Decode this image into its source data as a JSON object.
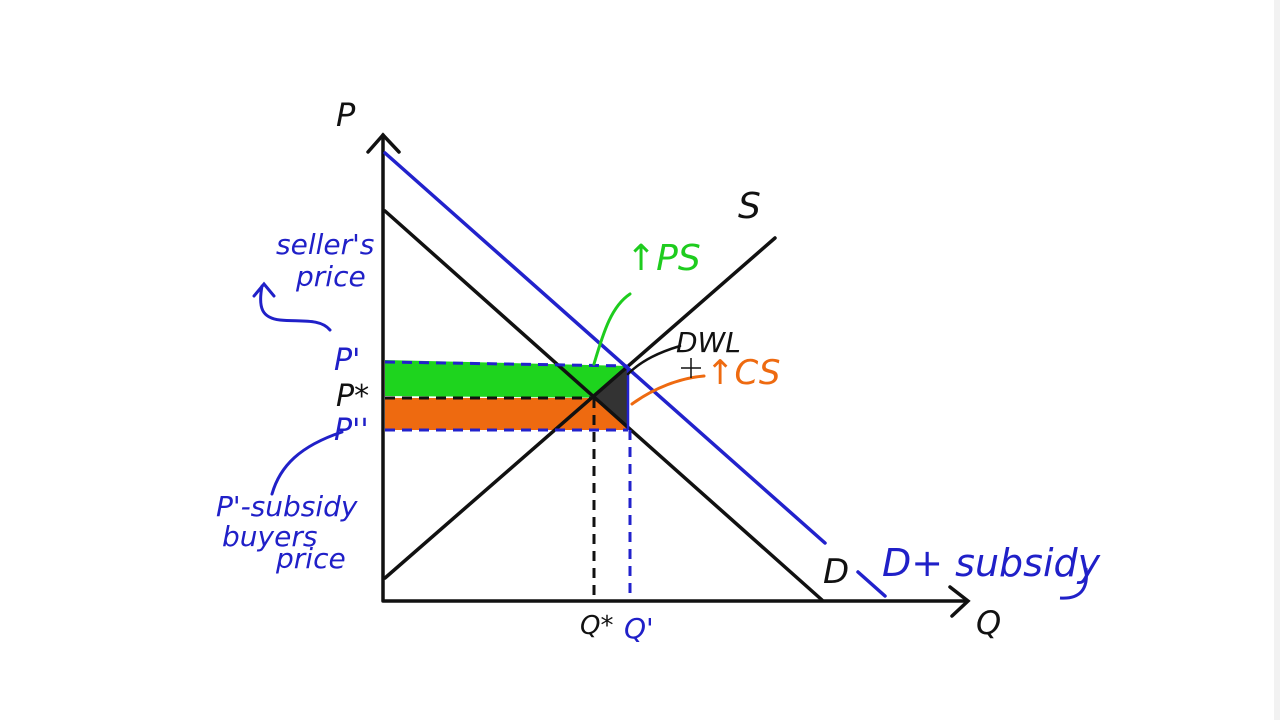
{
  "colors": {
    "axes": "#111111",
    "demand": "#111111",
    "supply": "#111111",
    "subsidy_demand": "#2222cc",
    "ps_area": "#1ed41e",
    "cs_area": "#ee6a10",
    "dwl_area": "#333333",
    "blue_text": "#2020c8",
    "green_text": "#1ecc1e",
    "orange_text": "#ee6a10"
  },
  "axes": {
    "y_label": "P",
    "x_label": "Q"
  },
  "curves": {
    "supply_label": "S",
    "demand_label": "D",
    "subsidy_demand_label": "D+ subsidy"
  },
  "prices": {
    "p_prime": "P'",
    "p_star": "P*",
    "p_double_prime": "P''"
  },
  "quantities": {
    "q_star": "Q*",
    "q_prime": "Q'"
  },
  "annotations": {
    "sellers_price_line1": "seller's",
    "sellers_price_line2": "price",
    "buyers_price_line1": "P'-subsidy",
    "buyers_price_line2": "buyers",
    "buyers_price_line3": "price",
    "ps_label": "↑PS",
    "cs_label": "↑CS",
    "dwl_label": "DWL"
  },
  "icons": {
    "cursor": "crosshair-cursor-icon"
  }
}
